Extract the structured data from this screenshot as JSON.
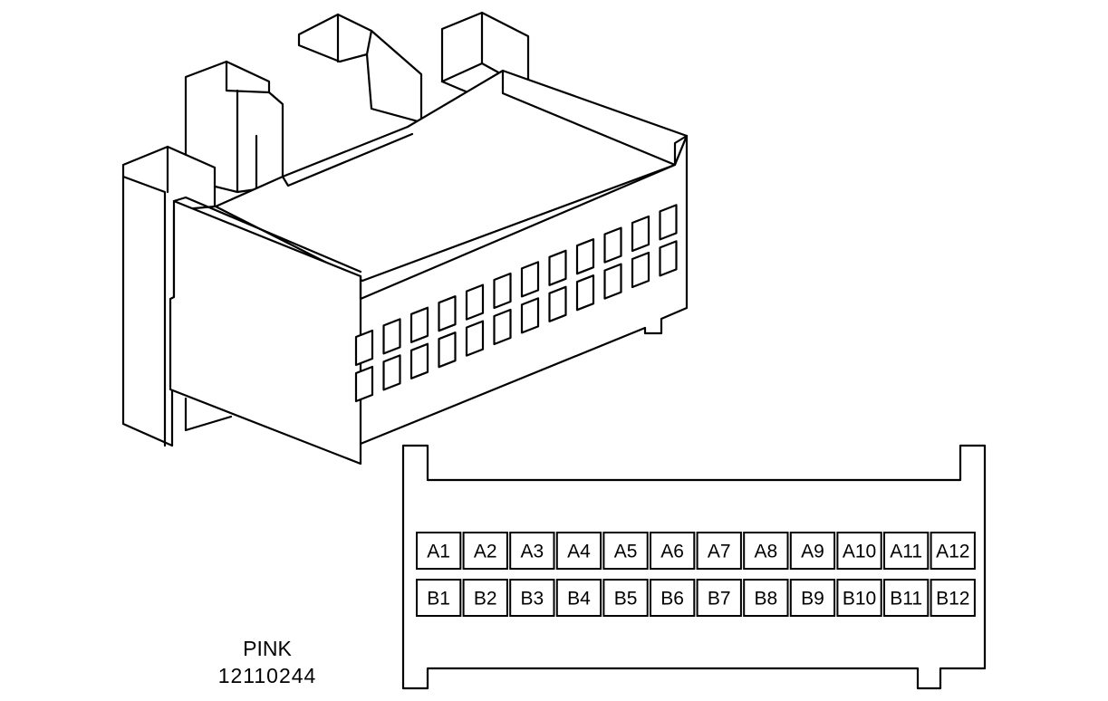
{
  "connector": {
    "color_label": "PINK",
    "part_number": "12110244",
    "rows": [
      [
        "A1",
        "A2",
        "A3",
        "A4",
        "A5",
        "A6",
        "A7",
        "A8",
        "A9",
        "A10",
        "A11",
        "A12"
      ],
      [
        "B1",
        "B2",
        "B3",
        "B4",
        "B5",
        "B6",
        "B7",
        "B8",
        "B9",
        "B10",
        "B11",
        "B12"
      ]
    ]
  }
}
